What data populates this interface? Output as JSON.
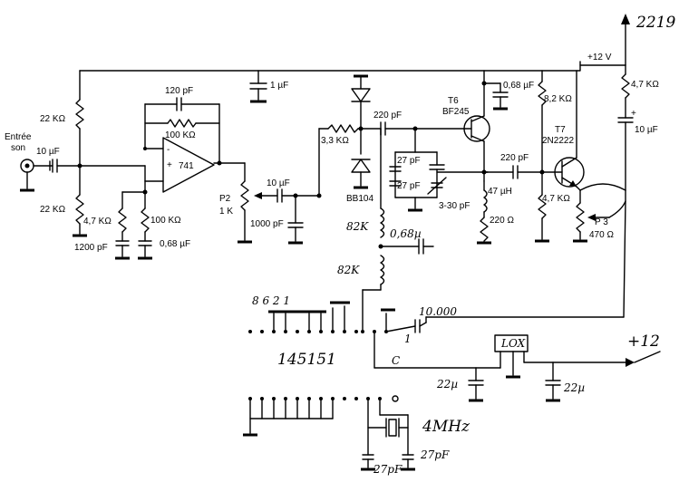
{
  "labels": {
    "out_2219": "2219",
    "vcc_12v": "+12 V",
    "input": [
      "Entrée",
      "son"
    ],
    "c_in": "10 µF",
    "r1": "22 KΩ",
    "r2": "22 KΩ",
    "c_fb": "120 pF",
    "r_fb": "100 KΩ",
    "opamp": "741",
    "opamp_plus": "+",
    "opamp_minus": "-",
    "r_47k": "4,7 KΩ",
    "r_100k": "100 KΩ",
    "c_1200": "1200 pF",
    "c_068a": "0,68 µF",
    "c_1uf": "1 µF",
    "p2_name": "P2",
    "p2_val": "1 K",
    "c_10uf_b": "10 µF",
    "c_1000": "1000 pF",
    "r_33k": "3,3 KΩ",
    "varicap": "BB104",
    "c_220a": "220 pF",
    "t6_name": "T6",
    "t6_type": "BF245",
    "c_27a": "27 pF",
    "c_27b": "27 pF",
    "trim": "3-30 pF",
    "l_47": "47 µH",
    "r_220": "220 Ω",
    "c_068b": "0,68 µF",
    "r_82k": "8,2 KΩ",
    "c_220b": "220 pF",
    "t7_name": "T7",
    "t7_type": "2N2222",
    "r_47k_b": "4,7 KΩ",
    "p3_name": "P 3",
    "p3_val": "470 Ω",
    "r_47k_c": "4,7 KΩ",
    "c_10uf_c": "10 µF",
    "c_10uf_c_plus": "+",
    "hw_82k_a": "82K",
    "hw_068": "0,68µ",
    "hw_82k_b": "82K",
    "hw_pins_top": "8 6 2 1",
    "hw_10000": "10.000",
    "hw_1": "1",
    "hw_ic": "145151",
    "hw_c": "C",
    "hw_plus12": "+12",
    "hw_22u_a": "22µ",
    "hw_22u_b": "22µ",
    "hw_4mhz": "4MHz",
    "hw_27p_a": "27pF",
    "hw_27p_b": "27pF",
    "hw_reg": "LOX"
  }
}
